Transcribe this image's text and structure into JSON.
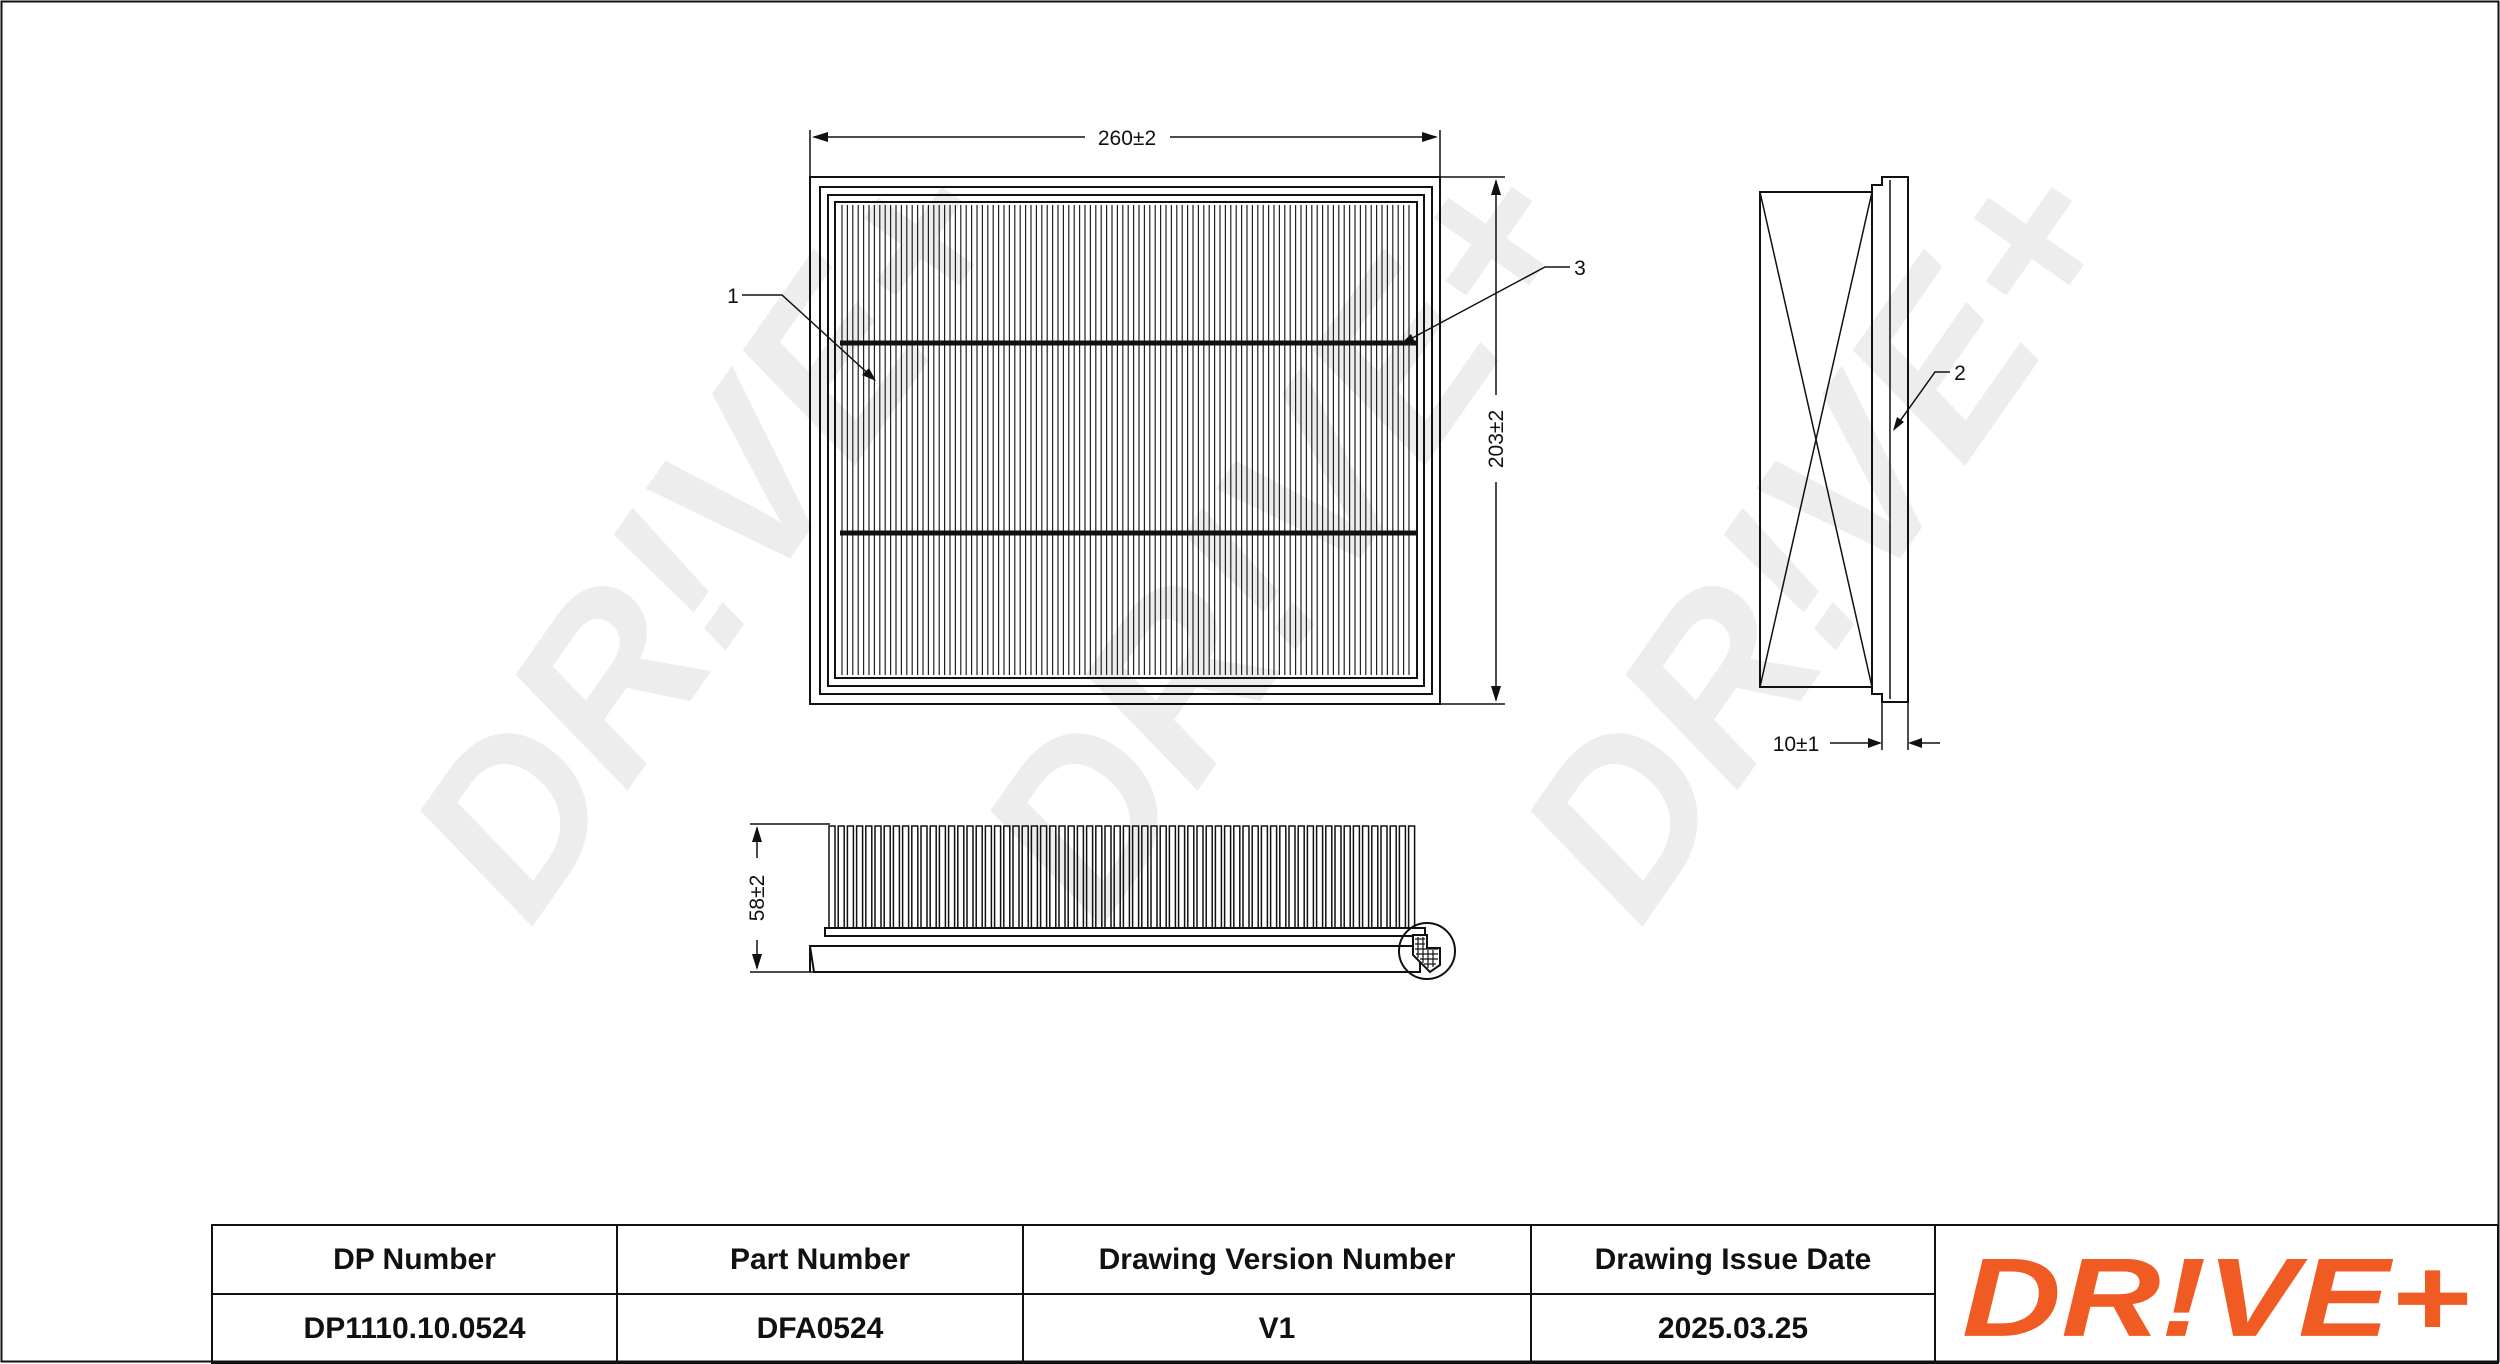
{
  "drawing": {
    "dimensions": {
      "width": "260±2",
      "height": "203±2",
      "depth": "58±2",
      "frame": "10±1"
    },
    "callouts": [
      "1",
      "2",
      "3"
    ],
    "watermark_text": "DR!VE+"
  },
  "title_block": {
    "headers": [
      "DP Number",
      "Part Number",
      "Drawing Version Number",
      "Drawing Issue Date"
    ],
    "values": [
      "DP1110.10.0524",
      "DFA0524",
      "V1",
      "2025.03.25"
    ],
    "logo_text": "DR!VE+"
  },
  "colors": {
    "brand_orange": "#EF5B22",
    "line": "#111111",
    "watermark": "#EDEDED"
  }
}
